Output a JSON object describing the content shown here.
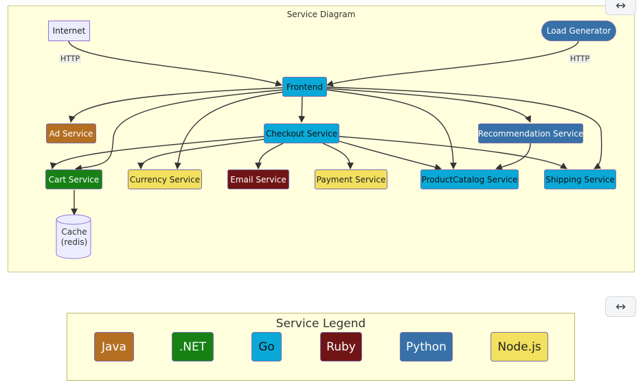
{
  "diagram": {
    "title": "Service Diagram",
    "nodes": {
      "internet": "Internet",
      "load_generator": "Load Generator",
      "frontend": "Frontend",
      "ad_service": "Ad Service",
      "checkout_service": "Checkout Service",
      "recommendation_service": "Recommendation Service",
      "cart_service": "Cart Service",
      "currency_service": "Currency Service",
      "email_service": "Email Service",
      "payment_service": "Payment Service",
      "productcatalog_service": "ProductCatalog Service",
      "shipping_service": "Shipping Service",
      "cache_line1": "Cache",
      "cache_line2": "(redis)"
    },
    "edge_labels": {
      "internet_http": "HTTP",
      "loadgen_http": "HTTP"
    },
    "edges": [
      [
        "internet",
        "frontend"
      ],
      [
        "load_generator",
        "frontend"
      ],
      [
        "frontend",
        "ad_service"
      ],
      [
        "frontend",
        "cart_service"
      ],
      [
        "frontend",
        "currency_service"
      ],
      [
        "frontend",
        "checkout_service"
      ],
      [
        "frontend",
        "productcatalog_service"
      ],
      [
        "frontend",
        "recommendation_service"
      ],
      [
        "frontend",
        "shipping_service"
      ],
      [
        "checkout_service",
        "cart_service"
      ],
      [
        "checkout_service",
        "currency_service"
      ],
      [
        "checkout_service",
        "email_service"
      ],
      [
        "checkout_service",
        "payment_service"
      ],
      [
        "checkout_service",
        "productcatalog_service"
      ],
      [
        "checkout_service",
        "shipping_service"
      ],
      [
        "recommendation_service",
        "productcatalog_service"
      ],
      [
        "cart_service",
        "cache"
      ]
    ]
  },
  "legend": {
    "title": "Service Legend",
    "items": [
      "Java",
      ".NET",
      "Go",
      "Ruby",
      "Python",
      "Node.js"
    ]
  },
  "colors": {
    "java": "#b46f22",
    "dotnet": "#178116",
    "go": "#0aa9d8",
    "ruby": "#701516",
    "python": "#3771a8",
    "nodejs": "#f2e05e",
    "panel_background": "#ffffde"
  },
  "controls": {
    "toggle_icon": "↔"
  }
}
